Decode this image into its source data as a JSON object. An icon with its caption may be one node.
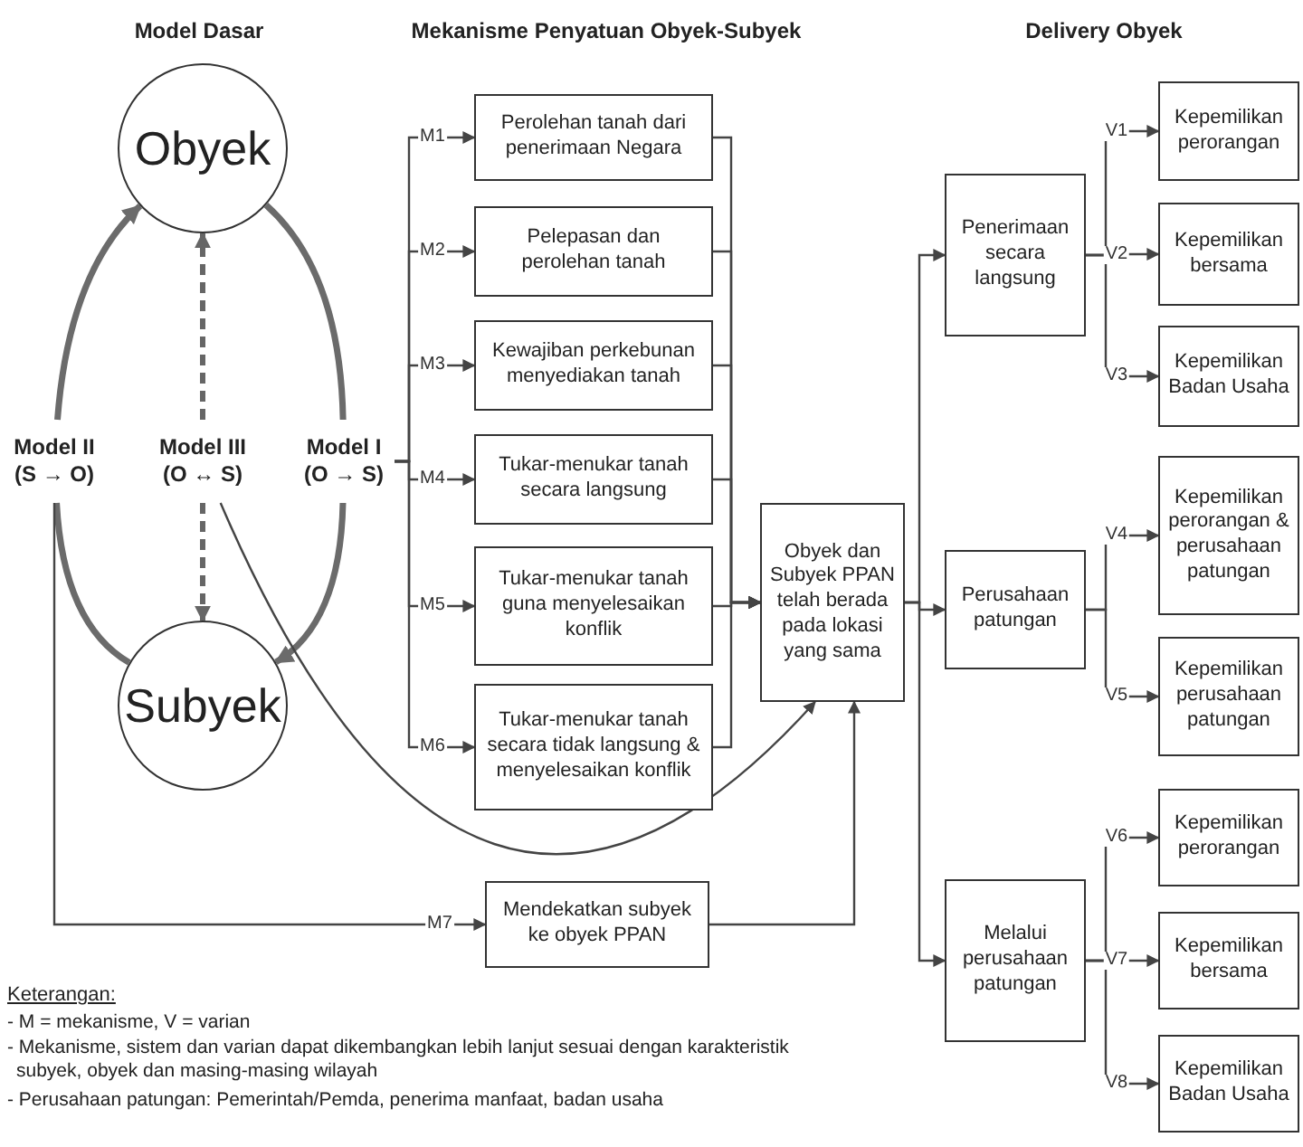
{
  "diagram": {
    "nodes": [
      {
        "text": [
          "Obyek"
        ]
      },
      {
        "text": [
          "Subyek"
        ]
      },
      {
        "text": [
          "Model II",
          "(S → O)"
        ]
      },
      {
        "text": [
          "Model III",
          "(O ↔ S)"
        ]
      },
      {
        "text": [
          "Model I",
          "(O → S)"
        ]
      },
      {
        "text": [
          "Perolehan tanah dari penerimaan Negara"
        ]
      },
      {
        "text": [
          "Pelepasan dan perolehan tanah"
        ]
      },
      {
        "text": [
          "Kewajiban perkebunan menyediakan tanah"
        ]
      },
      {
        "text": [
          "Tukar-menukar tanah secara langsung"
        ]
      },
      {
        "text": [
          "Tukar-menukar tanah guna menyelesaikan konflik"
        ]
      },
      {
        "text": [
          "Tukar-menukar tanah secara tidak langsung & menyelesaikan konflik"
        ]
      },
      {
        "text": [
          "Obyek dan Subyek PPAN telah berada pada lokasi yang sama"
        ]
      },
      {
        "text": [
          "Mendekatkan subyek ke obyek PPAN"
        ]
      },
      {
        "text": [
          "Penerimaan secara langsung"
        ]
      },
      {
        "text": [
          "Perusahaan patungan"
        ]
      },
      {
        "text": [
          "Melalui perusahaan patungan"
        ]
      },
      {
        "text": [
          "Kepemilikan perorangan"
        ]
      },
      {
        "text": [
          "Kepemilikan bersama"
        ]
      },
      {
        "text": [
          "Kepemilikan Badan Usaha"
        ]
      },
      {
        "text": [
          "Kepemilikan perorangan & perusahaan patungan"
        ]
      },
      {
        "text": [
          "Kepemilikan perusahaan patungan"
        ]
      },
      {
        "text": [
          "Kepemilikan perorangan"
        ]
      },
      {
        "text": [
          "Kepemilikan bersama"
        ]
      },
      {
        "text": [
          "Kepemilikan Badan Usaha"
        ]
      }
    ],
    "edges": [
      {
        "from": 1,
        "to": 2,
        "arrow": "none",
        "style": "thick"
      },
      {
        "from": 2,
        "to": 0,
        "arrow": "to",
        "style": "thick"
      },
      {
        "from": 0,
        "to": 4,
        "arrow": "none",
        "style": "thick"
      },
      {
        "from": 4,
        "to": 1,
        "arrow": "to",
        "style": "thick"
      },
      {
        "from": 3,
        "to": 0,
        "arrow": "to",
        "style": "dashed"
      },
      {
        "from": 3,
        "to": 1,
        "arrow": "to",
        "style": "dashed"
      },
      {
        "from": 4,
        "to": 5,
        "arrow": "to",
        "label": "M1"
      },
      {
        "from": 4,
        "to": 6,
        "arrow": "to",
        "label": "M2"
      },
      {
        "from": 4,
        "to": 7,
        "arrow": "to",
        "label": "M3"
      },
      {
        "from": 4,
        "to": 8,
        "arrow": "to",
        "label": "M4"
      },
      {
        "from": 4,
        "to": 9,
        "arrow": "to",
        "label": "M5"
      },
      {
        "from": 4,
        "to": 10,
        "arrow": "to",
        "label": "M6"
      },
      {
        "from": 5,
        "to": 11,
        "arrow": "to"
      },
      {
        "from": 6,
        "to": 11,
        "arrow": "to"
      },
      {
        "from": 7,
        "to": 11,
        "arrow": "to"
      },
      {
        "from": 8,
        "to": 11,
        "arrow": "to"
      },
      {
        "from": 9,
        "to": 11,
        "arrow": "to"
      },
      {
        "from": 10,
        "to": 11,
        "arrow": "to"
      },
      {
        "from": 3,
        "to": 11,
        "arrow": "to"
      },
      {
        "from": 2,
        "to": 12,
        "arrow": "to",
        "label": "M7"
      },
      {
        "from": 12,
        "to": 11,
        "arrow": "to"
      },
      {
        "from": 11,
        "to": 13,
        "arrow": "to"
      },
      {
        "from": 11,
        "to": 14,
        "arrow": "to"
      },
      {
        "from": 11,
        "to": 15,
        "arrow": "to"
      },
      {
        "from": 13,
        "to": 16,
        "arrow": "to",
        "label": "V1"
      },
      {
        "from": 13,
        "to": 17,
        "arrow": "to",
        "label": "V2"
      },
      {
        "from": 13,
        "to": 18,
        "arrow": "to",
        "label": "V3"
      },
      {
        "from": 14,
        "to": 19,
        "arrow": "to",
        "label": "V4"
      },
      {
        "from": 14,
        "to": 20,
        "arrow": "to",
        "label": "V5"
      },
      {
        "from": 15,
        "to": 21,
        "arrow": "to",
        "label": "V6"
      },
      {
        "from": 15,
        "to": 22,
        "arrow": "to",
        "label": "V7"
      },
      {
        "from": 15,
        "to": 23,
        "arrow": "to",
        "label": "V8"
      }
    ],
    "labels": [
      "Model Dasar",
      "Mekanisme Penyatuan Obyek-Subyek",
      "Delivery Obyek",
      "Keterangan:",
      "- M = mekanisme, V = varian",
      "- Mekanisme, sistem dan varian dapat dikembangkan lebih lanjut sesuai dengan karakteristik subyek, obyek dan masing-masing wilayah",
      "- Perusahaan patungan: Pemerintah/Pemda, penerima manfaat, badan usaha"
    ]
  }
}
